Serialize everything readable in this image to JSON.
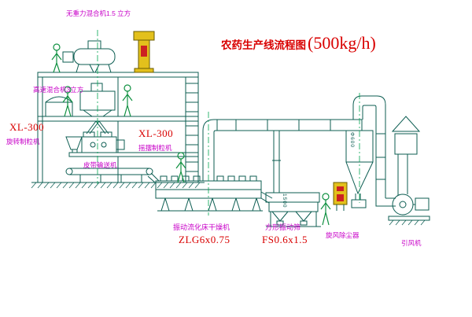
{
  "title": {
    "name": "农药生产线流程图",
    "capacity": "(500kg/h)"
  },
  "labels": {
    "mixer_top": "无重力混合机1.5 立方",
    "mixer_high_speed": "高速混合机3立方",
    "granulator_left": {
      "model": "XL-300",
      "name": "旋转制粒机"
    },
    "granulator_mid": {
      "model": "XL-300",
      "name": "摇摆制粒机"
    },
    "belt_conveyor": "皮带输送机",
    "dryer": {
      "name": "振动流化床干燥机",
      "model": "ZLG6x0.75"
    },
    "sieve": {
      "name": "方形振动筛",
      "model": "FS0.6x1.5"
    },
    "cyclone": "旋风除尘器",
    "fan": "引风机",
    "dims": {
      "sieve_height": "1500",
      "pipe_dia": "Φ600"
    }
  },
  "colors": {
    "line": "#0c5d52",
    "label_text": "#c800c8",
    "model_text": "#d90000",
    "equipment_fill": "#e3c01c",
    "figure": "#0f9040"
  }
}
